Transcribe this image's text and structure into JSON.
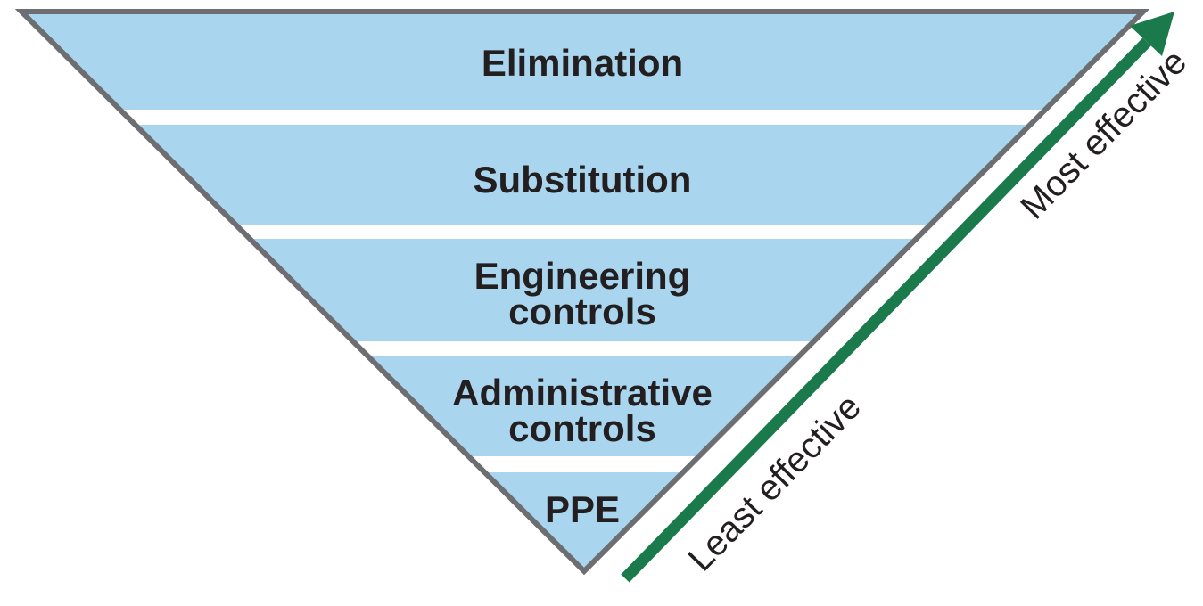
{
  "diagram": {
    "levels": [
      {
        "label": "Elimination",
        "lines": [
          "Elimination"
        ]
      },
      {
        "label": "Substitution",
        "lines": [
          "Substitution"
        ]
      },
      {
        "label": "Engineering controls",
        "lines": [
          "Engineering",
          "controls"
        ]
      },
      {
        "label": "Administrative controls",
        "lines": [
          "Administrative",
          "controls"
        ]
      },
      {
        "label": "PPE",
        "lines": [
          "PPE"
        ]
      }
    ],
    "axis": {
      "least_label": "Least effective",
      "most_label": "Most effective"
    },
    "colors": {
      "band_fill": "#A9D5EE",
      "outline": "#6D6E71",
      "arrow": "#1B7A4B",
      "text": "#231F20"
    }
  }
}
